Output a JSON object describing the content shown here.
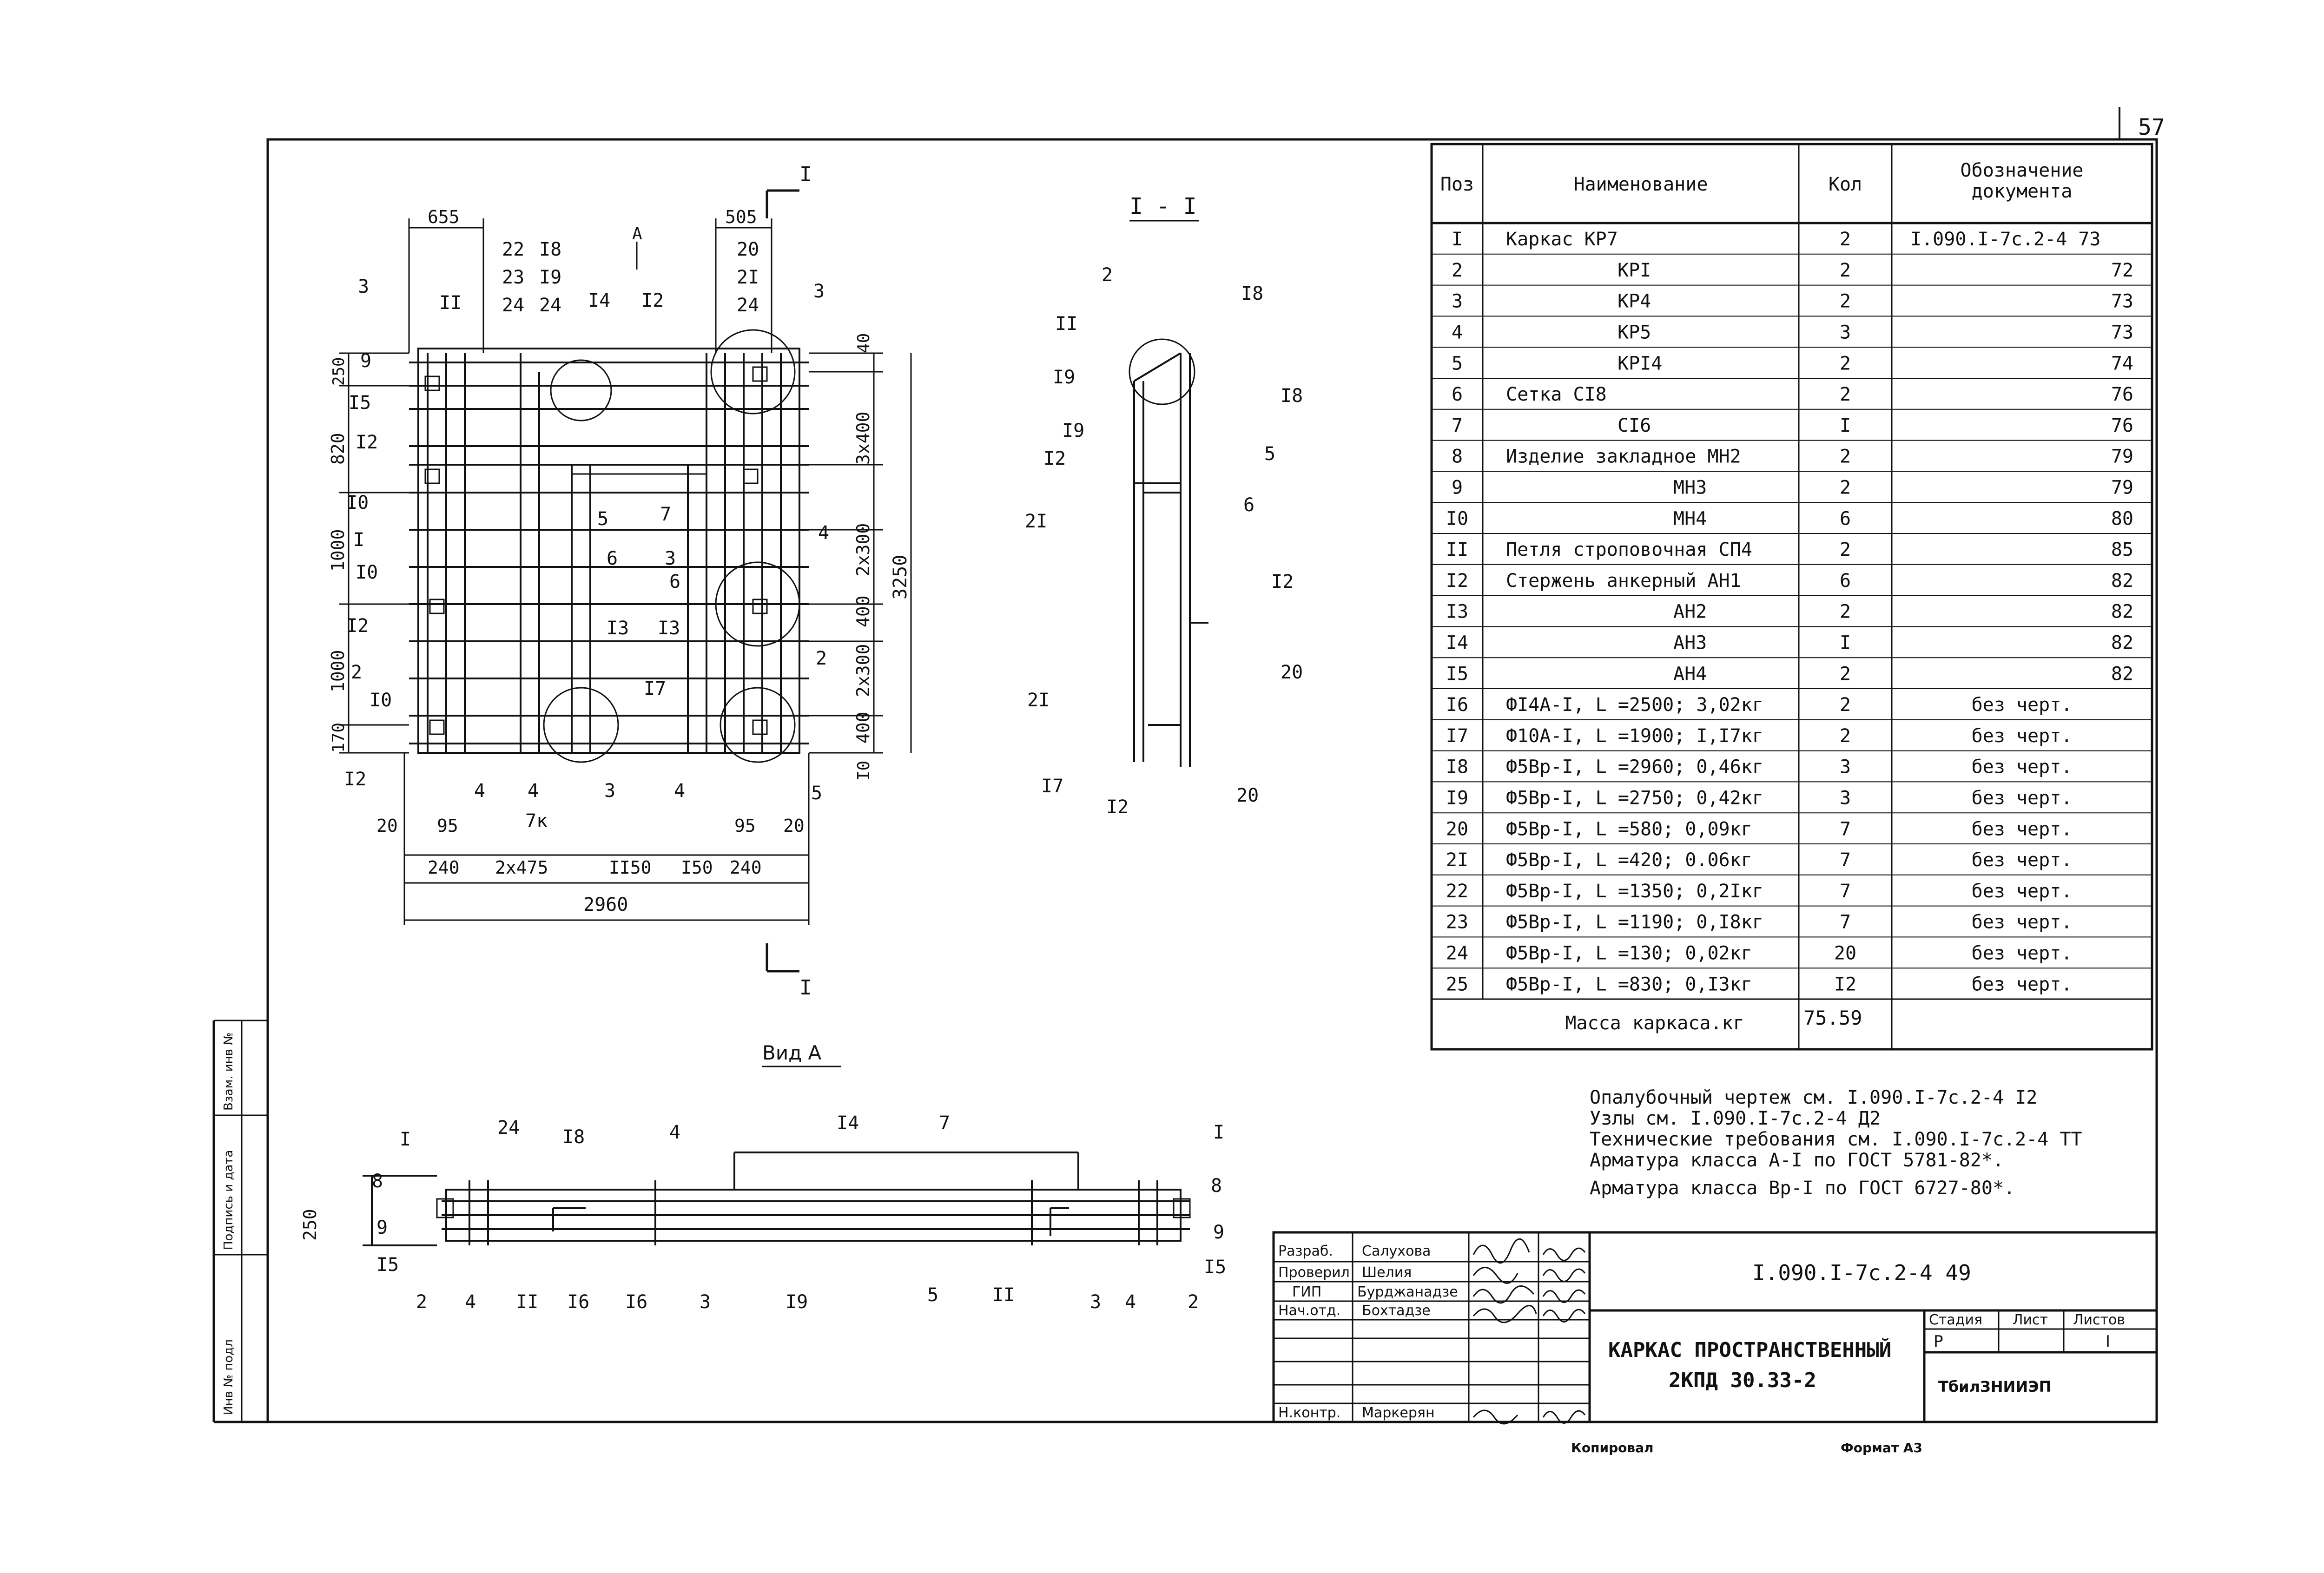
{
  "page_number": "57",
  "section_mark": "I",
  "section_title": "I - I",
  "view_a_arrow": "А",
  "view_a_title": "Вид А",
  "plan_dims": {
    "top_left": "655",
    "top_right": "505",
    "right_1": "40",
    "right_2": "3x400",
    "right_3": "2x300",
    "right_4": "400",
    "right_5": "2x300",
    "right_6": "400",
    "right_7": "I0",
    "right_total": "3250",
    "left_1": "250",
    "left_2": "820",
    "left_3": "1000",
    "left_4": "1000",
    "left_5": "170",
    "bottom_20a": "20",
    "bottom_95a": "95",
    "bottom_95b": "95",
    "bottom_20b": "20",
    "bottom_240a": "240",
    "bottom_2x475": "2x475",
    "bottom_1150": "II50",
    "bottom_150": "I50",
    "bottom_240b": "240",
    "bottom_total": "2960"
  },
  "plan_labels": {
    "p22": "22",
    "p23": "23",
    "p24a": "24",
    "p18": "I8",
    "p19": "I9",
    "p24b": "24",
    "p14": "I4",
    "p12top": "I2",
    "p20": "20",
    "p21": "2I",
    "p24c": "24",
    "p3a": "3",
    "p3b": "3",
    "p11": "II",
    "p9": "9",
    "p15": "I5",
    "p12a": "I2",
    "p10a": "I0",
    "p1": "I",
    "p10b": "I0",
    "p12b": "I2",
    "p2a": "2",
    "p10c": "I0",
    "p12c": "I2",
    "p5": "5",
    "p7": "7",
    "p6a": "6",
    "p3c": "3",
    "p6b": "6",
    "p4a": "4",
    "p13a": "I3",
    "p13b": "I3",
    "p2b": "2",
    "p17": "I7",
    "p4b": "4",
    "p4c": "4",
    "p7k": "7к",
    "p3d": "3",
    "p4d": "4",
    "p5b": "5"
  },
  "section_labels": {
    "s2": "2",
    "s18a": "I8",
    "s11": "II",
    "s19a": "I9",
    "s18b": "I8",
    "s19b": "I9",
    "s12a": "I2",
    "s5": "5",
    "s6": "6",
    "s21a": "2I",
    "s12b": "I2",
    "s20a": "20",
    "s21b": "2I",
    "s17": "I7",
    "s12c": "I2",
    "s20b": "20"
  },
  "view_labels": {
    "v1a": "I",
    "v24": "24",
    "v18": "I8",
    "v4top": "4",
    "v14": "I4",
    "v7": "7",
    "v1b": "I",
    "v8a": "8",
    "v8b": "8",
    "v9a": "9",
    "v9b": "9",
    "v15a": "I5",
    "v15b": "I5",
    "v2a": "2",
    "v4a": "4",
    "v11a": "II",
    "v16a": "I6",
    "v16b": "I6",
    "v3a": "3",
    "v19": "I9",
    "v5": "5",
    "v11b": "II",
    "v3b": "3",
    "v4b": "4",
    "v2b": "2",
    "v250": "250"
  },
  "spec_table": {
    "headers": [
      "Поз",
      "Наименование",
      "Кол",
      "Обозначение документа"
    ],
    "rows": [
      [
        "I",
        "Каркас КР7",
        "2",
        "I.090.I-7с.2-4 73"
      ],
      [
        "2",
        "КРI",
        "2",
        "72"
      ],
      [
        "3",
        "КР4",
        "2",
        "73"
      ],
      [
        "4",
        "КР5",
        "3",
        "73"
      ],
      [
        "5",
        "КРI4",
        "2",
        "74"
      ],
      [
        "6",
        "Сетка СI8",
        "2",
        "76"
      ],
      [
        "7",
        "СI6",
        "I",
        "76"
      ],
      [
        "8",
        "Изделие закладное МН2",
        "2",
        "79"
      ],
      [
        "9",
        "МН3",
        "2",
        "79"
      ],
      [
        "I0",
        "МН4",
        "6",
        "80"
      ],
      [
        "II",
        "Петля строповочная СП4",
        "2",
        "85"
      ],
      [
        "I2",
        "Стержень анкерный АН1",
        "6",
        "82"
      ],
      [
        "I3",
        "АН2",
        "2",
        "82"
      ],
      [
        "I4",
        "АН3",
        "I",
        "82"
      ],
      [
        "I5",
        "АН4",
        "2",
        "82"
      ],
      [
        "I6",
        "ФI4А-I, L =2500; 3,02кг",
        "2",
        "без черт."
      ],
      [
        "I7",
        "Ф10А-I, L =1900; I,I7кг",
        "2",
        "без черт."
      ],
      [
        "I8",
        "Ф5Вр-I, L =2960; 0,46кг",
        "3",
        "без черт."
      ],
      [
        "I9",
        "Ф5Вр-I, L =2750; 0,42кг",
        "3",
        "без черт."
      ],
      [
        "20",
        "Ф5Вр-I, L =580; 0,09кг",
        "7",
        "без черт."
      ],
      [
        "2I",
        "Ф5Вр-I, L =420; 0.06кг",
        "7",
        "без черт."
      ],
      [
        "22",
        "Ф5Вр-I, L =1350; 0,2Iкг",
        "7",
        "без черт."
      ],
      [
        "23",
        "Ф5Вр-I, L =1190; 0,I8кг",
        "7",
        "без черт."
      ],
      [
        "24",
        "Ф5Вр-I, L =130; 0,02кг",
        "20",
        "без черт."
      ],
      [
        "25",
        "Ф5Вр-I, L =830; 0,I3кг",
        "I2",
        "без черт."
      ]
    ],
    "mass_label": "Масса каркаса.кг",
    "mass_value": "75.59"
  },
  "notes": [
    "Опалубочный чертеж см. I.090.I-7с.2-4 I2",
    "Узлы см. I.090.I-7с.2-4 Д2",
    "Технические требования см. I.090.I-7с.2-4 ТТ",
    "Арматура класса А-I по ГОСТ 5781-82*.",
    "Арматура класса Вр-I по ГОСТ 6727-80*."
  ],
  "title_block": {
    "doc_code": "I.090.I-7с.2-4 49",
    "title_line1": "КАРКАС ПРОСТРАНСТВЕННЫЙ",
    "title_line2": "2КПД 30.33-2",
    "stage_label": "Стадия",
    "sheet_label": "Лист",
    "sheets_label": "Листов",
    "stage_value": "Р",
    "sheets_value": "I",
    "org": "ТбилЗНИИЭП",
    "roles": [
      {
        "role": "Разраб.",
        "name": "Салуховa"
      },
      {
        "role": "Проверил",
        "name": "Шелия"
      },
      {
        "role": "ГИП",
        "name": "Бурджанадзе"
      },
      {
        "role": "Нач.отд.",
        "name": "Бохтадзе"
      },
      {
        "role": "",
        "name": ""
      },
      {
        "role": "",
        "name": ""
      },
      {
        "role": "Н.контр.",
        "name": "Маркерян"
      }
    ]
  },
  "side_stamp": [
    "Инв № подл",
    "Подпись и дата",
    "Взам. инв №"
  ],
  "footer_left": "Копировал",
  "footer_right": "Формат А3"
}
